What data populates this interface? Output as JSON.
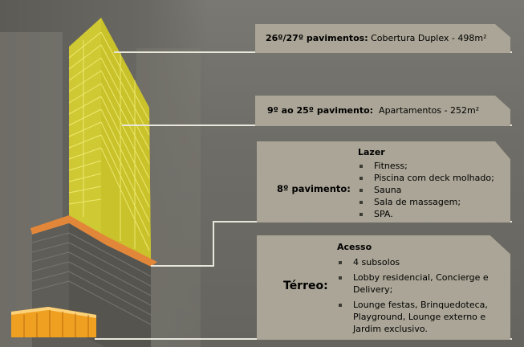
{
  "levels": {
    "cobertura": {
      "floors": "26º/27º pavimentos:",
      "description": "Cobertura Duplex  - 498m²"
    },
    "apartamentos": {
      "floors": "9º ao 25º pavimento:",
      "description": "Apartamentos - 252m²"
    },
    "lazer": {
      "floor": "8º pavimento:",
      "heading": "Lazer",
      "items": [
        "Fitness;",
        "Piscina com deck molhado;",
        "Sauna",
        "Sala de massagem;",
        "SPA."
      ]
    },
    "terreo": {
      "floor": "Térreo:",
      "heading": "Acesso",
      "items": [
        [
          "4 subsolos"
        ],
        [
          "Lobby residencial, Concierge e",
          "Delivery;"
        ],
        [
          "Lounge festas, Brinquedoteca,",
          "Playground, Lounge externo e",
          "Jardim exclusivo."
        ]
      ]
    }
  },
  "colors": {
    "tower_highlight": "#e8e23a",
    "amenity_floor": "#e2873a",
    "lobby": "#f0a020",
    "panel": "#aaa596"
  }
}
